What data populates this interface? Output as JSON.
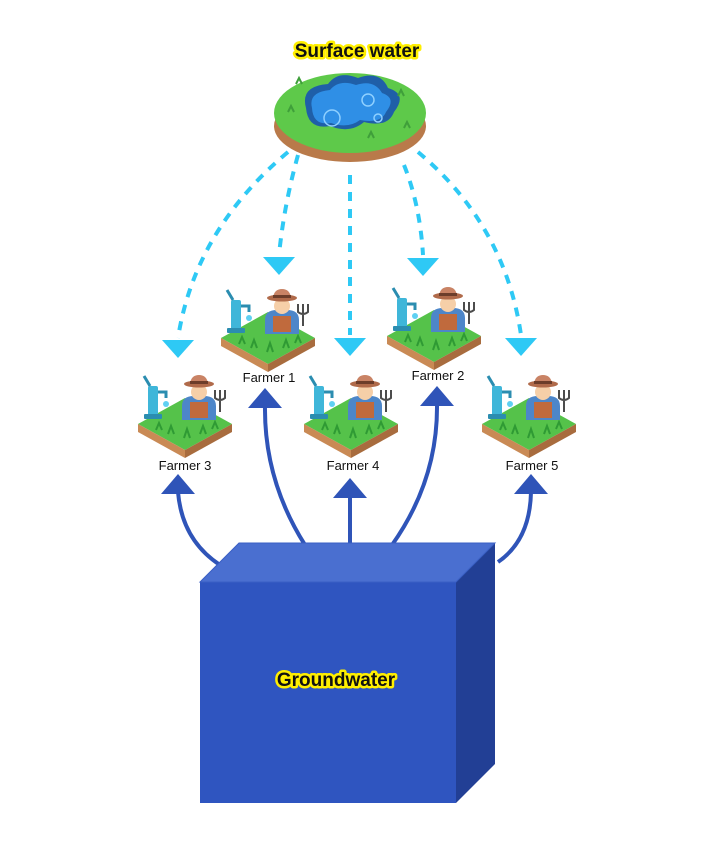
{
  "source": {
    "label": "Surface water"
  },
  "aquifer": {
    "label": "Groundwater"
  },
  "farmers": [
    {
      "id": "farmer-1",
      "label": "Farmer 1"
    },
    {
      "id": "farmer-2",
      "label": "Farmer 2"
    },
    {
      "id": "farmer-3",
      "label": "Farmer 3"
    },
    {
      "id": "farmer-4",
      "label": "Farmer 4"
    },
    {
      "id": "farmer-5",
      "label": "Farmer 5"
    }
  ],
  "colors": {
    "surface_flow": "#2ec9f5",
    "ground_flow": "#2f54b8",
    "box_front": "#2f55c0",
    "box_top": "#4a6fd0",
    "box_side": "#223f95",
    "grass": "#55c24a",
    "soil": "#c98a55",
    "water": "#2f8fe6"
  },
  "icons": {
    "pond": "pond-icon",
    "farmer": "farmer-icon",
    "pump": "water-pump-icon",
    "pitchfork": "pitchfork-icon"
  }
}
